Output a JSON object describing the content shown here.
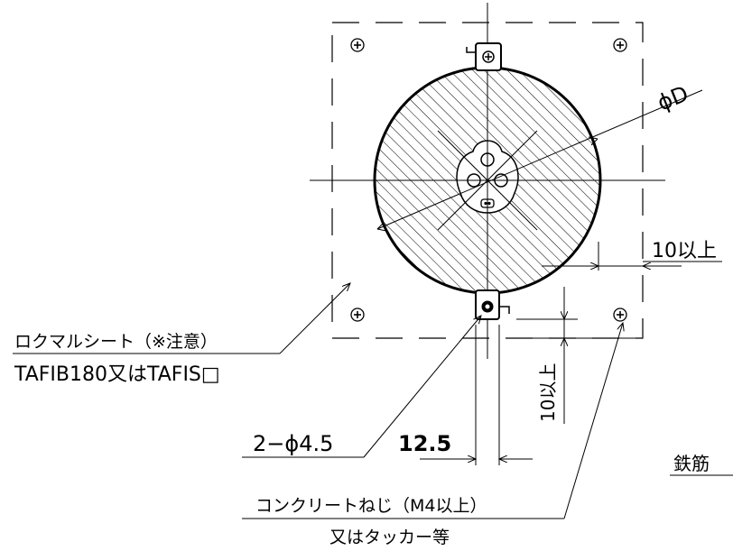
{
  "labels": {
    "diameter": "ϕD",
    "clearance_right": "10以上",
    "clearance_bottom": "10以上",
    "sheet_name": "ロクマルシート（※注意）",
    "sheet_model": "TAFIB180又はTAFIS□",
    "hole_spec": "2−ϕ4.5",
    "hole_pitch": "12.5",
    "rebar": "鉄筋",
    "screw": "コンクリートねじ（M4以上）",
    "screw_alt": "又はタッカー等"
  },
  "colors": {
    "line": "#000000",
    "background": "#ffffff"
  }
}
